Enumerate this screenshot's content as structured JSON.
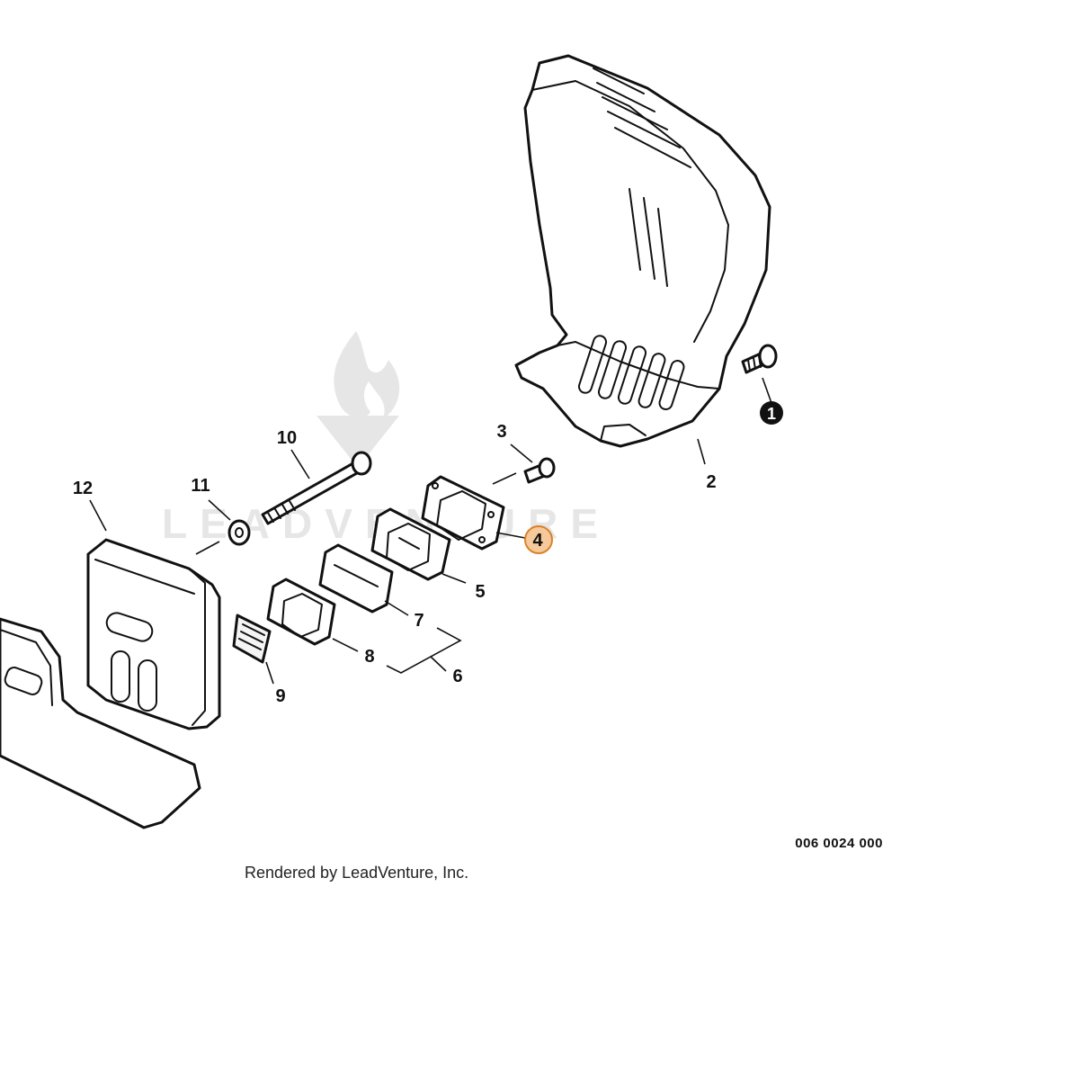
{
  "diagram": {
    "callouts": [
      {
        "id": "1",
        "label": "1",
        "style": "filled"
      },
      {
        "id": "2",
        "label": "2",
        "style": "plain"
      },
      {
        "id": "3",
        "label": "3",
        "style": "plain"
      },
      {
        "id": "4",
        "label": "4",
        "style": "highlighted"
      },
      {
        "id": "5",
        "label": "5",
        "style": "plain"
      },
      {
        "id": "6",
        "label": "6",
        "style": "plain"
      },
      {
        "id": "7",
        "label": "7",
        "style": "plain"
      },
      {
        "id": "8",
        "label": "8",
        "style": "plain"
      },
      {
        "id": "9",
        "label": "9",
        "style": "plain"
      },
      {
        "id": "10",
        "label": "10",
        "style": "plain"
      },
      {
        "id": "11",
        "label": "11",
        "style": "plain"
      },
      {
        "id": "12",
        "label": "12",
        "style": "plain"
      }
    ],
    "drawing_code": "006 0024 000",
    "credit": "Rendered by LeadVenture, Inc.",
    "watermark": "LEADVENTURE",
    "colors": {
      "line": "#111111",
      "highlight_fill": "#f5c99a",
      "highlight_stroke": "#d9822b",
      "watermark": "#e6e6e6"
    }
  }
}
